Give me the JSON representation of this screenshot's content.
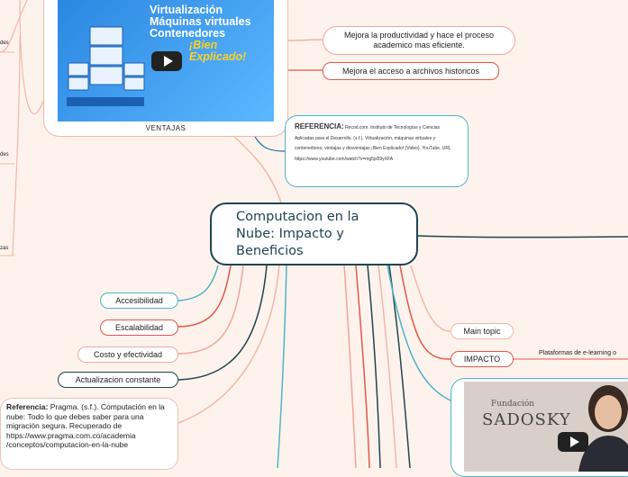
{
  "central": {
    "title_line1": "Computacion en la",
    "title_line2": "Nube: Impacto y",
    "title_line3": "Beneficios"
  },
  "left_edge_labels": [
    "des",
    "des",
    "zas"
  ],
  "ventajas": {
    "label": "VENTAJAS",
    "video": {
      "line1": "Virtualización",
      "line2": "Máquinas virtuales",
      "line3": "Contenedores",
      "line4": "¡Bien Explicado!"
    },
    "items": [
      "Mejora la productividad y hace el proceso academico mas eficiente.",
      "Mejora el acceso a archivos historicos"
    ]
  },
  "referencia1": {
    "heading": "REFERENCIA:",
    "text": "Recod.com. Instituto de Tecnologías y Ciencias Aplicadas para el Desarrollo. (s.f.). Virtualización, máquinas virtuales y contenedores; ventajas y desventajas ¡Bien Explicado! (Video). YouTube. URL https://www.youtube.com/watch?v=mg5js59yXFA"
  },
  "features": [
    {
      "label": "Accesibilidad",
      "color": "#4fb3c9"
    },
    {
      "label": "Escalabilidad",
      "color": "#e3574a"
    },
    {
      "label": "Costo y efectividad",
      "color": "#f3a59a"
    },
    {
      "label": "Actualizacion constante",
      "color": "#1f4550"
    }
  ],
  "referencia2": {
    "heading": "Referencia:",
    "text": "Pragma. (s.f.). Computación en la nube: Todo lo que debes saber para una migración segura. Recuperado de https://www.pragma.com.co/academia /conceptos/computacion-en-la-nube"
  },
  "right": {
    "main_topic": "Main topic",
    "impacto": "IMPACTO",
    "impacto_sub": "Plataformas de e-learning o",
    "video2_brand_top": "Fundación",
    "video2_brand": "SADOSKY"
  },
  "colors": {
    "background": "#fdf3ec",
    "dark": "#1f4550",
    "teal": "#4fb3c9",
    "red": "#e3574a",
    "pink": "#f3a59a",
    "lightpink": "#f3b8a8"
  }
}
